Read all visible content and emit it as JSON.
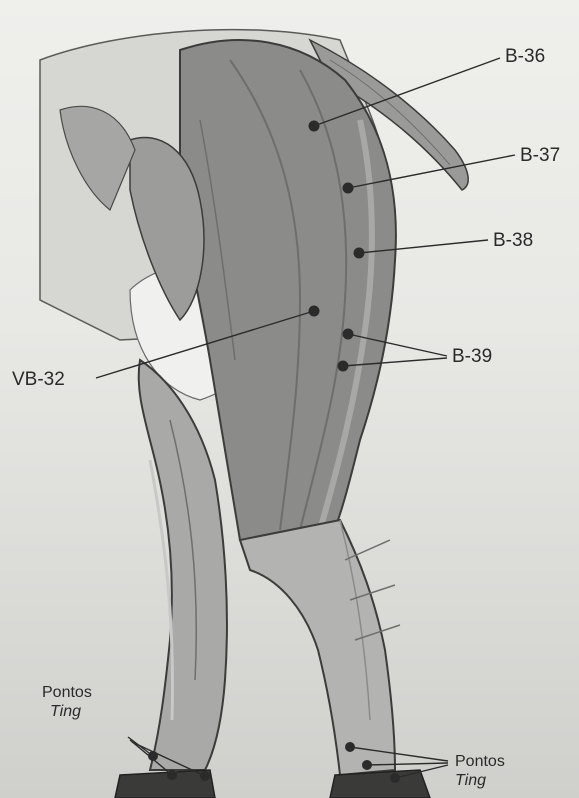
{
  "labels": {
    "b36": "B-36",
    "b37": "B-37",
    "b38": "B-38",
    "b39": "B-39",
    "vb32": "VB-32",
    "ting_left_line1": "Pontos",
    "ting_left_line2": "Ting",
    "ting_right_line1": "Pontos",
    "ting_right_line2": "Ting"
  },
  "colors": {
    "muscle": "#8b8b89",
    "muscle_dark": "#6e6e6c",
    "bone_light": "#cfcfcc",
    "outline": "#3c3c3a",
    "point": "#2b2b2b"
  }
}
